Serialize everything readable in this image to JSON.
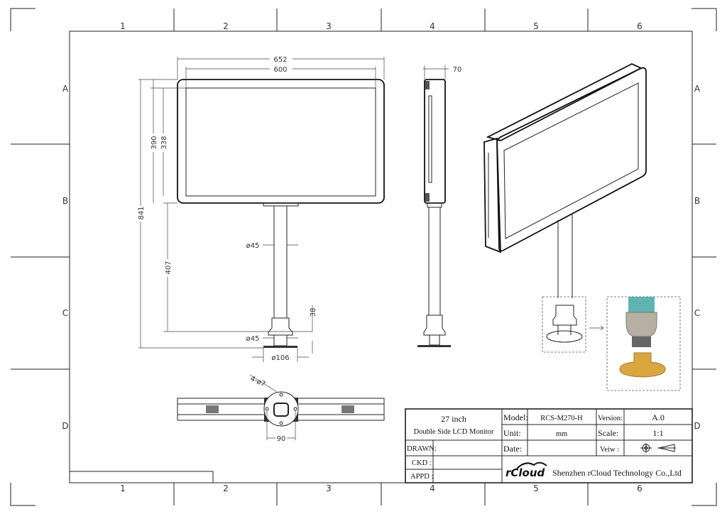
{
  "zones": {
    "columns": [
      "1",
      "2",
      "3",
      "4",
      "5",
      "6"
    ],
    "rows": [
      "A",
      "B",
      "C",
      "D"
    ]
  },
  "dimensions": {
    "overall_width": "652",
    "screen_width": "600",
    "overall_height_total": "841",
    "panel_height": "390",
    "screen_height": "338",
    "pole_height": "407",
    "pole_diameter": "ø45",
    "collar_height": "38",
    "stem_diameter": "ø45",
    "base_diameter": "ø106",
    "depth": "70",
    "mount_holes": "4-ø7",
    "mount_spacing": "90"
  },
  "title_block": {
    "product_line1": "27 inch",
    "product_line2": "Double Side LCD Monitor",
    "model_label": "Model:",
    "model_value": "RCS-M270-H",
    "version_label": "Version:",
    "version_value": "A.0",
    "unit_label": "Unit:",
    "unit_value": "mm",
    "scale_label": "Scale:",
    "scale_value": "1:1",
    "date_label": "Date:",
    "date_value": "",
    "view_label": "Veiw :",
    "drawn_label": "DRAWN:",
    "checked_label": "CKD :",
    "approved_label": "APPD :",
    "logo_text": "rCloud",
    "company": "Shenzhen rCloud Technology Co.,Ltd"
  },
  "colors": {
    "pole_teal": "#5fb3b3",
    "collar_gray": "#b7b0a2",
    "base_gold": "#d9a640"
  }
}
